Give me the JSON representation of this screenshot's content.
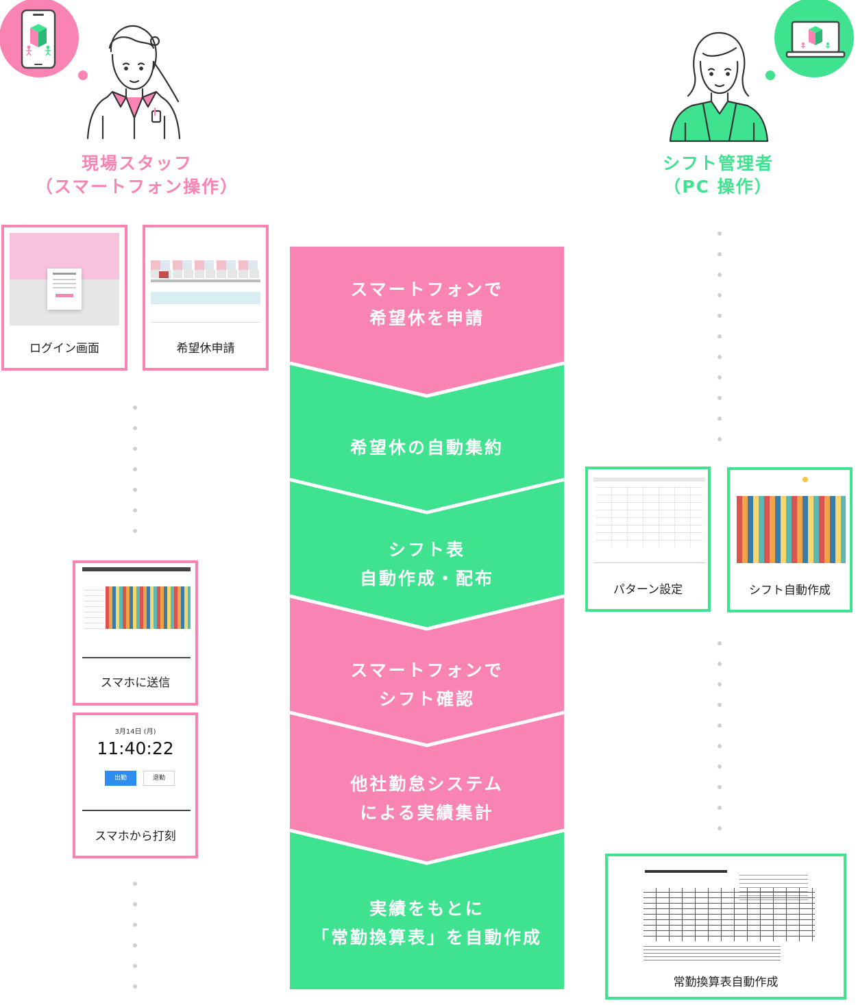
{
  "colors": {
    "pink": "#f984b4",
    "green": "#3ee28f"
  },
  "staff": {
    "title_line1": "現場スタッフ",
    "title_line2": "（スマートフォン操作）",
    "avatar_icon": "staff-woman-icon",
    "bubble_icon": "smartphone-app-icon"
  },
  "manager": {
    "title_line1": "シフト管理者",
    "title_line2": "（PC 操作）",
    "avatar_icon": "manager-woman-icon",
    "bubble_icon": "laptop-app-icon"
  },
  "staff_cards": [
    {
      "caption": "ログイン画面"
    },
    {
      "caption": "希望休申請"
    },
    {
      "caption": "スマホに送信"
    },
    {
      "caption": "スマホから打刻"
    }
  ],
  "clock_card": {
    "date": "3月14日 (月)",
    "time": "11:40:22",
    "in_label": "出勤",
    "out_label": "退勤"
  },
  "manager_cards": [
    {
      "caption": "パターン設定"
    },
    {
      "caption": "シフト自動作成"
    },
    {
      "caption": "常勤換算表自動作成"
    }
  ],
  "flow_steps": [
    {
      "text": "スマートフォンで\n希望休を申請",
      "color": "#f984b4"
    },
    {
      "text": "希望休の自動集約",
      "color": "#3ee28f"
    },
    {
      "text": "シフト表\n自動作成・配布",
      "color": "#3ee28f"
    },
    {
      "text": "スマートフォンで\nシフト確認",
      "color": "#f984b4"
    },
    {
      "text": "他社勤怠システム\nによる実績集計",
      "color": "#f984b4"
    },
    {
      "text": "実績をもとに\n「常勤換算表」を自動作成",
      "color": "#3ee28f"
    }
  ]
}
